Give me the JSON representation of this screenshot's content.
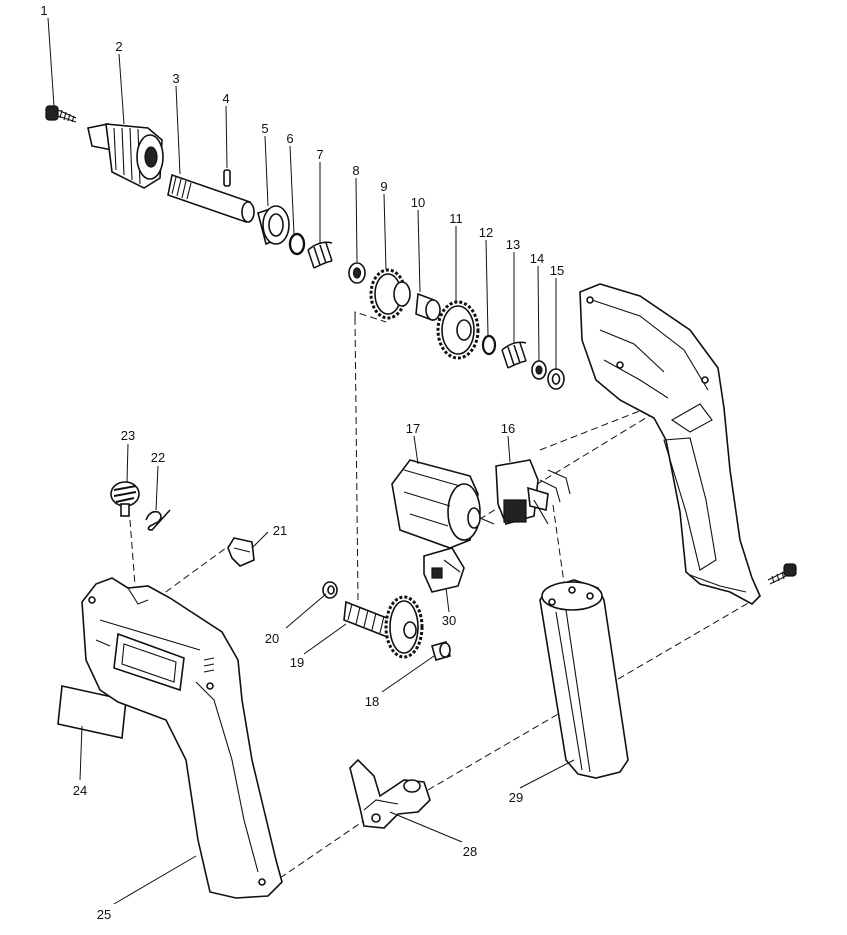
{
  "diagram": {
    "type": "exploded-parts",
    "callouts": [
      "1",
      "2",
      "3",
      "4",
      "5",
      "6",
      "7",
      "8",
      "9",
      "10",
      "11",
      "12",
      "13",
      "14",
      "15",
      "16",
      "17",
      "18",
      "19",
      "20",
      "21",
      "22",
      "23",
      "24",
      "25",
      "28",
      "29",
      "30"
    ]
  }
}
